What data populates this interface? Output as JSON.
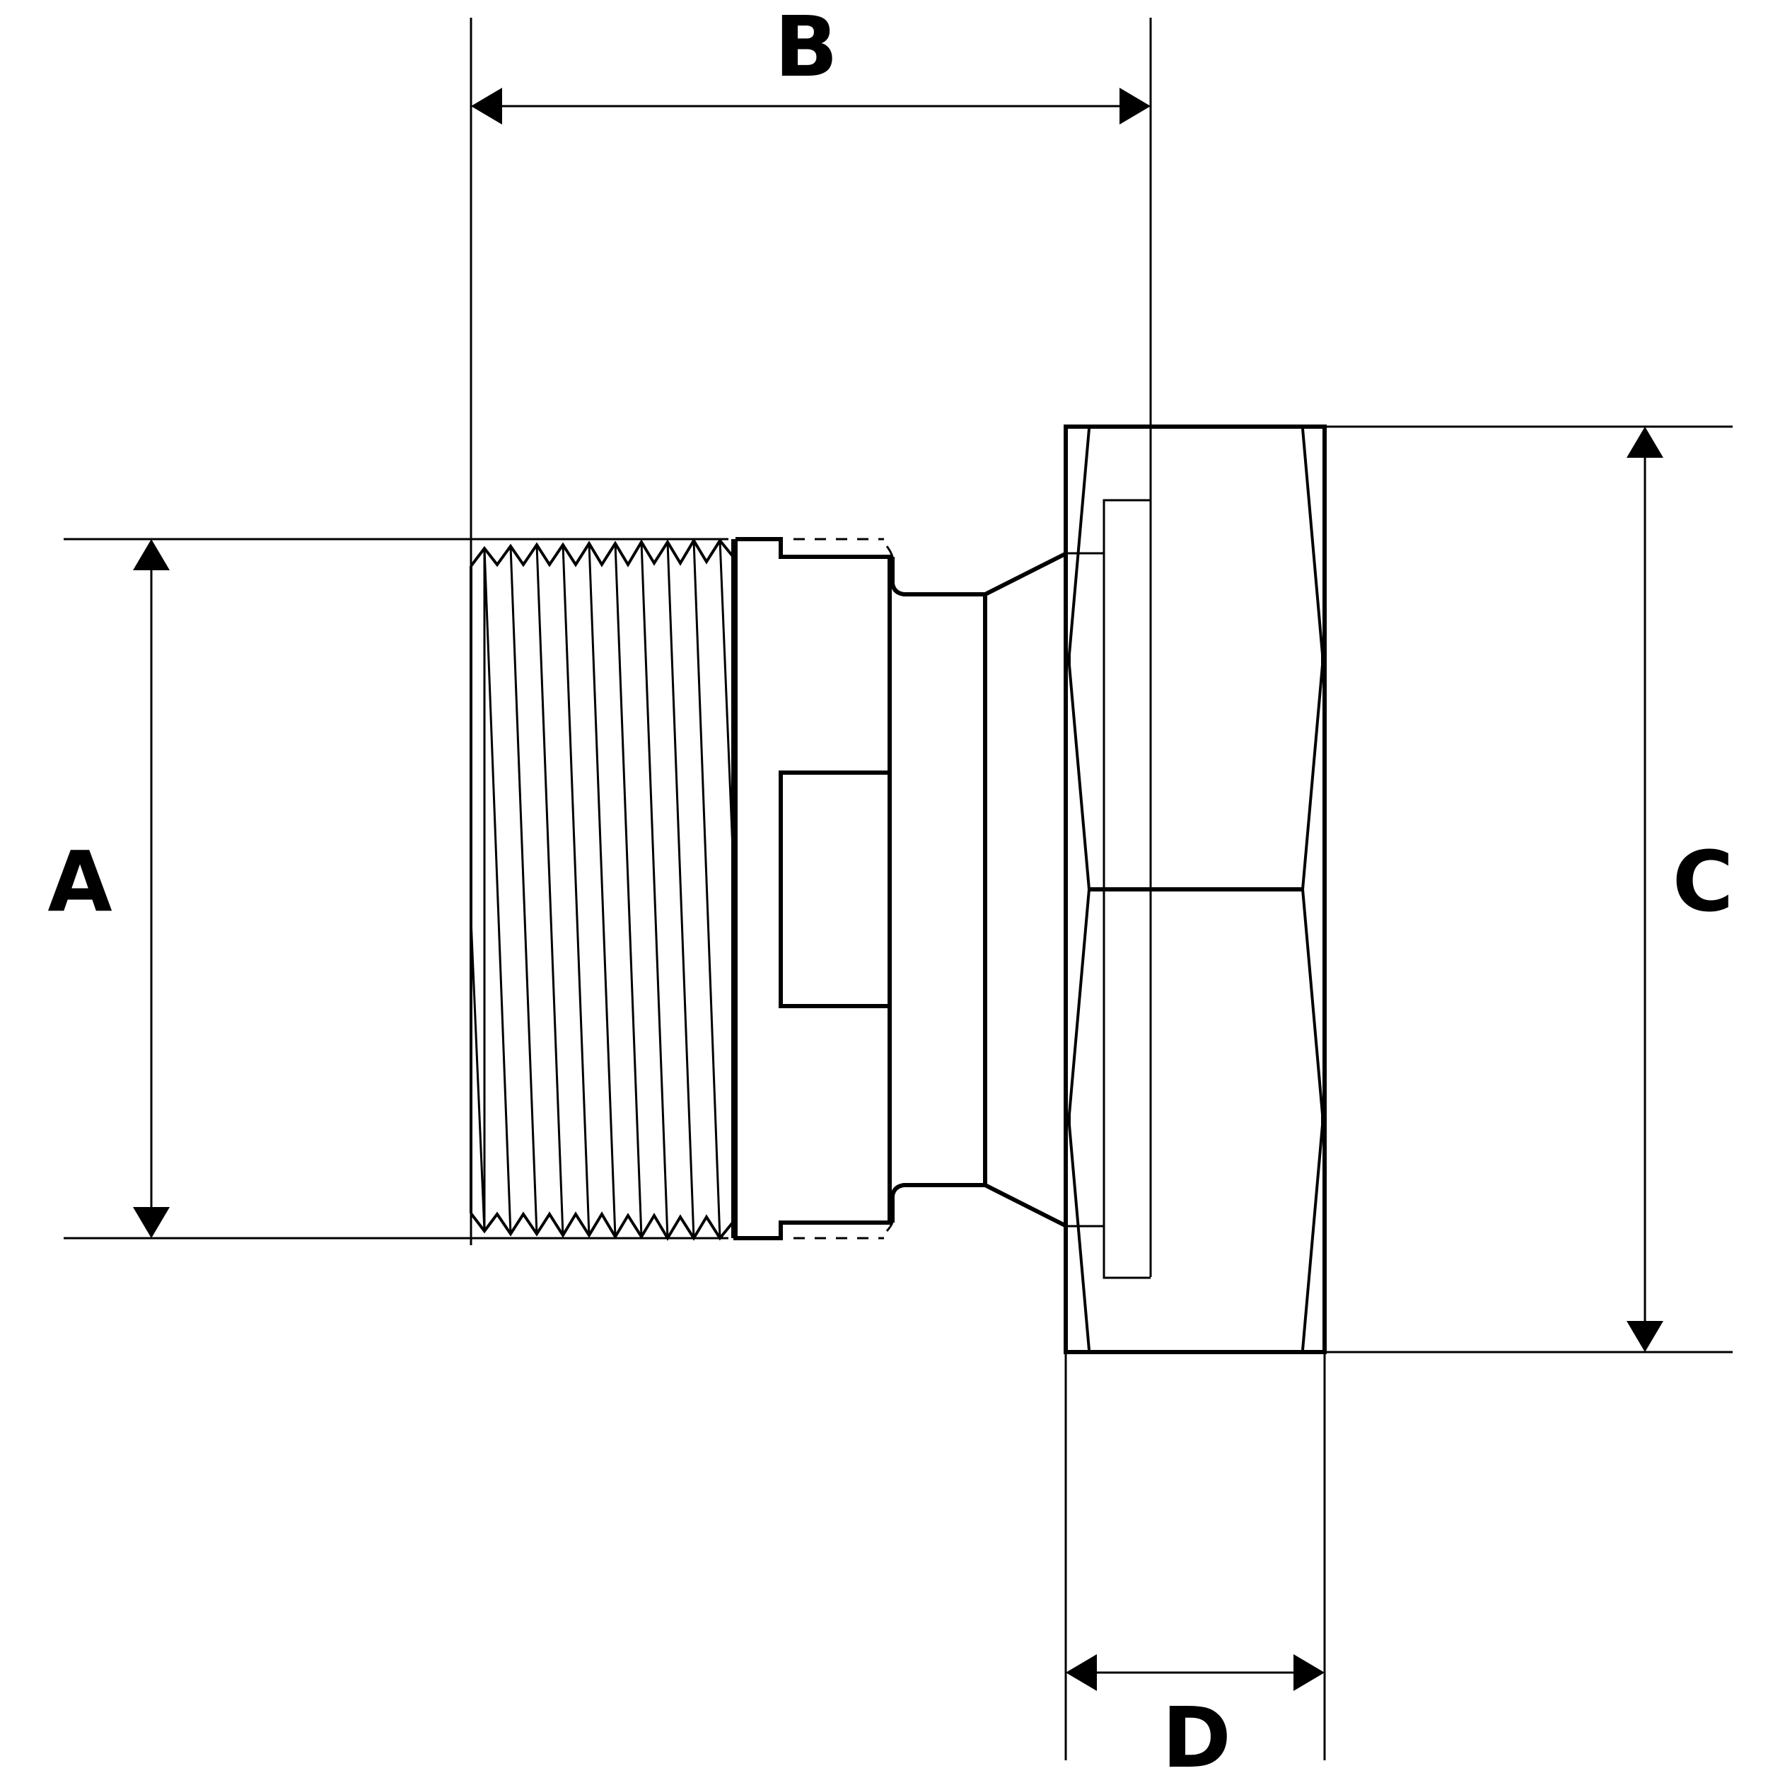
{
  "drawing": {
    "labels": {
      "A": "A",
      "B": "B",
      "C": "C",
      "D": "D"
    }
  }
}
